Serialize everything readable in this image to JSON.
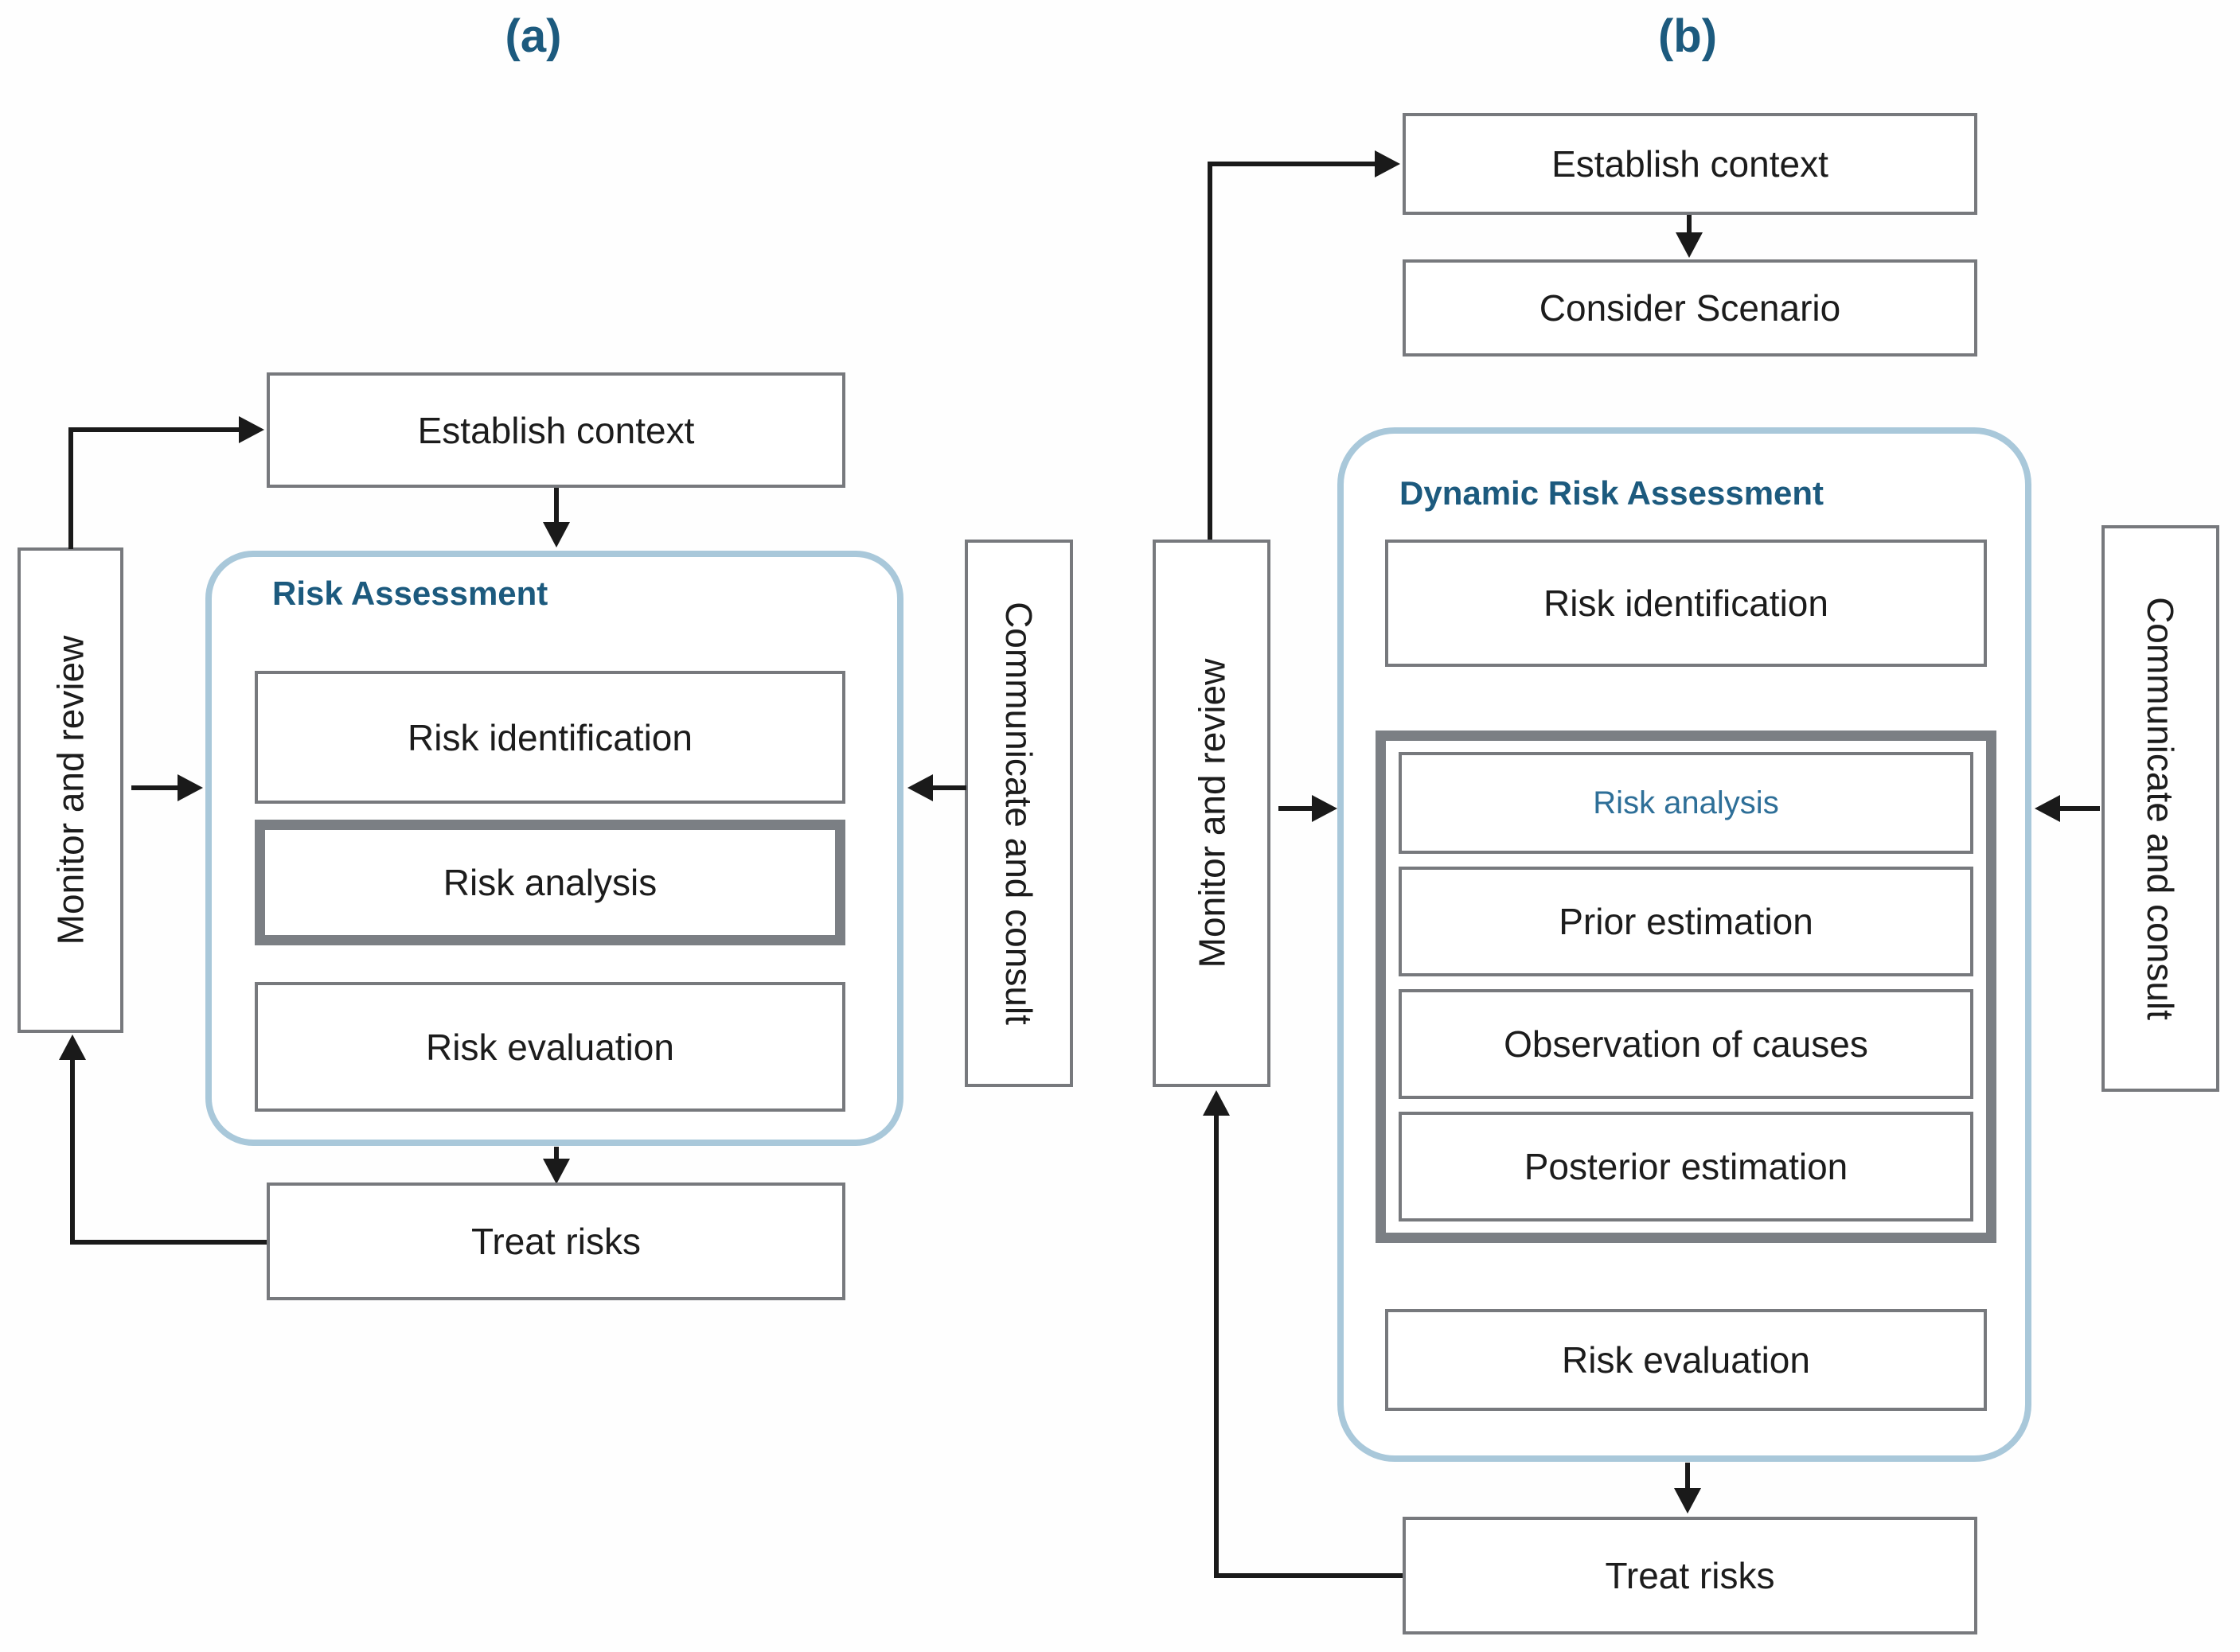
{
  "figure": {
    "type": "flowchart-comparison",
    "description_left": "standard risk assessment process",
    "description_right": "dynamic risk assessment process"
  },
  "panels": {
    "a": {
      "label": "(a)",
      "establish_context": "Establish context",
      "container_title": "Risk Assessment",
      "risk_identification": "Risk identification",
      "risk_analysis": "Risk analysis",
      "risk_evaluation": "Risk evaluation",
      "monitor": "Monitor and review",
      "communicate": "Communicate and consult",
      "treat_risks": "Treat risks"
    },
    "b": {
      "label": "(b)",
      "establish_context": "Establish context",
      "consider_scenario": "Consider Scenario",
      "container_title": "Dynamic Risk Assessment",
      "risk_identification": "Risk identification",
      "risk_analysis": "Risk analysis",
      "prior_estimation": "Prior estimation",
      "observation_of_causes": "Observation of causes",
      "posterior_estimation": "Posterior estimation",
      "risk_evaluation": "Risk evaluation",
      "monitor": "Monitor and review",
      "communicate": "Communicate and consult",
      "treat_risks": "Treat risks"
    }
  },
  "colors": {
    "title_blue": "#1c5a7e",
    "analysis_blue": "#2e6f98",
    "container_border": "#a9c8da",
    "thick_border": "#7b7f84",
    "thin_border": "#77797d",
    "line": "#1a1a1a"
  }
}
